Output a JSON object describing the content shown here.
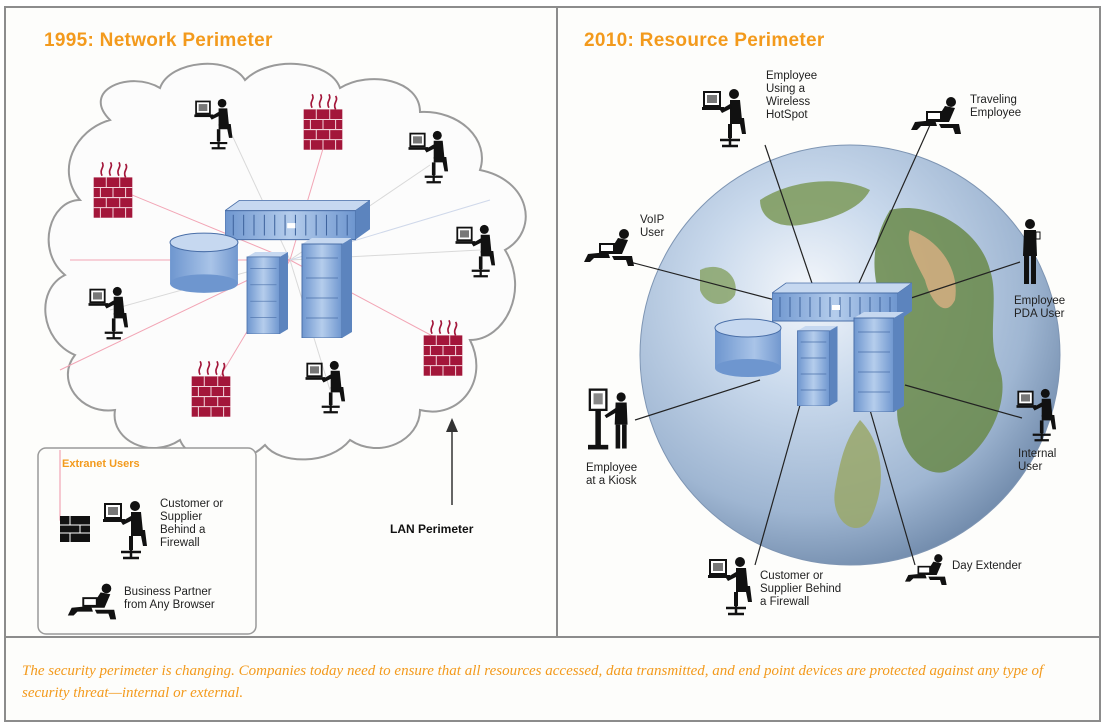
{
  "panels": {
    "left_title": "1995: Network Perimeter",
    "right_title": "2010: Resource Perimeter"
  },
  "left_labels": {
    "extranet_heading": "Extranet Users",
    "customer_behind_firewall": [
      "Customer or",
      "Supplier",
      "Behind a",
      "Firewall"
    ],
    "business_partner": [
      "Business Partner",
      "from Any Browser"
    ],
    "lan_perimeter": "LAN Perimeter"
  },
  "right_labels": {
    "wireless_hotspot": [
      "Employee",
      "Using a",
      "Wireless",
      "HotSpot"
    ],
    "traveling_employee": [
      "Traveling",
      "Employee"
    ],
    "voip_user": [
      "VoIP",
      "User"
    ],
    "pda_user": [
      "Employee",
      "PDA User"
    ],
    "kiosk": [
      "Employee",
      "at a Kiosk"
    ],
    "internal_user": [
      "Internal",
      "User"
    ],
    "customer_behind_firewall": [
      "Customer or",
      "Supplier Behind",
      "a Firewall"
    ],
    "day_extender": "Day Extender"
  },
  "caption": "The security perimeter is changing. Companies today need to ensure that all resources accessed, data transmitted, and end point devices are protected against any type of security threat—internal or external.",
  "colors": {
    "title_orange": "#f39a1c",
    "firewall_red": "#a3163a",
    "server_blue": "#8fb3e0",
    "border_gray": "#8c8c8c"
  },
  "icons": [
    "firewall-icon",
    "user-at-computer-icon",
    "server-rack-icon",
    "database-icon",
    "globe-icon",
    "traveling-user-icon",
    "standing-user-icon",
    "kiosk-icon"
  ]
}
